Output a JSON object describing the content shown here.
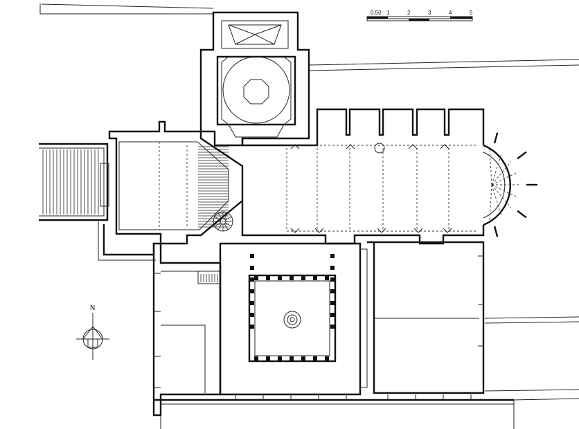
{
  "scale_bar": {
    "labels": [
      "0,50",
      "1",
      "2",
      "3",
      "4",
      "5"
    ]
  },
  "north_arrow": {
    "label": "N"
  }
}
